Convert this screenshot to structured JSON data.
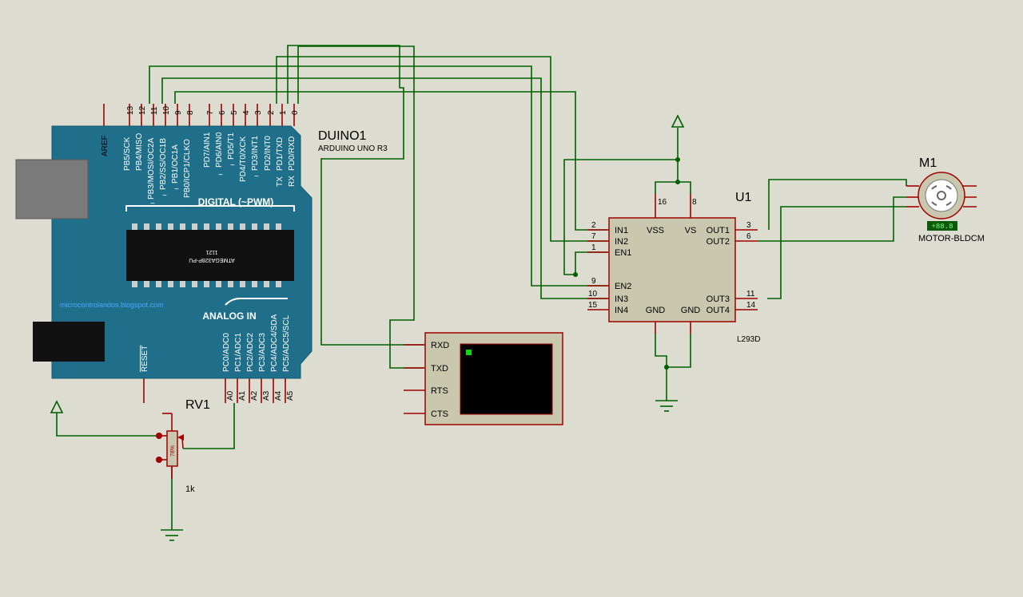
{
  "arduino": {
    "ref": "DUINO1",
    "model": "ARDUINO UNO R3",
    "digital_title": "DIGITAL (~PWM)",
    "analog_title": "ANALOG IN",
    "website": "microcontrolandos.blogspot.com",
    "chip_name": "ATMEGA328P-PU",
    "chip_code": "1121",
    "reset": "RESET",
    "tx": "TX",
    "rx": "RX",
    "pwm_mark": "~",
    "aref": "AREF",
    "top_pin_numbers": [
      "13",
      "12",
      "11",
      "10",
      "9",
      "8",
      "7",
      "6",
      "5",
      "4",
      "3",
      "2",
      "1",
      "0"
    ],
    "top_pin_names": [
      "PB5/SCK",
      "PB4/MISO",
      "PB3/MOSI/OC2A",
      "PB2/SS/OC1B",
      "PB1/OC1A",
      "PB0/ICP1/CLKO",
      "PD7/AIN1",
      "PD6/AIN0",
      "PD5/T1",
      "PD4/T0/XCK",
      "PD3/INT1",
      "PD2/INT0",
      "PD1/TXD",
      "PD0/RXD"
    ],
    "analog_pin_numbers": [
      "A0",
      "A1",
      "A2",
      "A3",
      "A4",
      "A5"
    ],
    "analog_pin_names": [
      "PC0/ADC0",
      "PC1/ADC1",
      "PC2/ADC2",
      "PC3/ADC3",
      "PC4/ADC4/SDA",
      "PC5/ADC5/SCL"
    ]
  },
  "u1": {
    "ref": "U1",
    "part": "L293D",
    "left_pins": [
      {
        "num": "2",
        "name": "IN1"
      },
      {
        "num": "7",
        "name": "IN2"
      },
      {
        "num": "1",
        "name": "EN1"
      },
      {
        "num": "9",
        "name": "EN2"
      },
      {
        "num": "10",
        "name": "IN3"
      },
      {
        "num": "15",
        "name": "IN4"
      }
    ],
    "right_pins": [
      {
        "num": "3",
        "name": "OUT1"
      },
      {
        "num": "6",
        "name": "OUT2"
      },
      {
        "num": "11",
        "name": "OUT3"
      },
      {
        "num": "14",
        "name": "OUT4"
      }
    ],
    "top_pins": [
      {
        "num": "16",
        "name": "VSS"
      },
      {
        "num": "8",
        "name": "VS"
      }
    ],
    "bottom_pins": [
      {
        "name": "GND"
      },
      {
        "name": "GND"
      }
    ]
  },
  "motor": {
    "ref": "M1",
    "part": "MOTOR-BLDCM",
    "speed_readout": "+88.8"
  },
  "rv1": {
    "ref": "RV1",
    "value": "1k",
    "percent": "78%"
  },
  "terminal": {
    "pins": [
      "RXD",
      "TXD",
      "RTS",
      "CTS"
    ]
  },
  "colors": {
    "background": "#dcdcd0",
    "arduino_board": "#1f6f8b",
    "wire": "#006000",
    "pin": "#a00000",
    "component_fill": "#c9c8ae",
    "terminal_screen": "#000000",
    "cursor": "#00e000"
  }
}
